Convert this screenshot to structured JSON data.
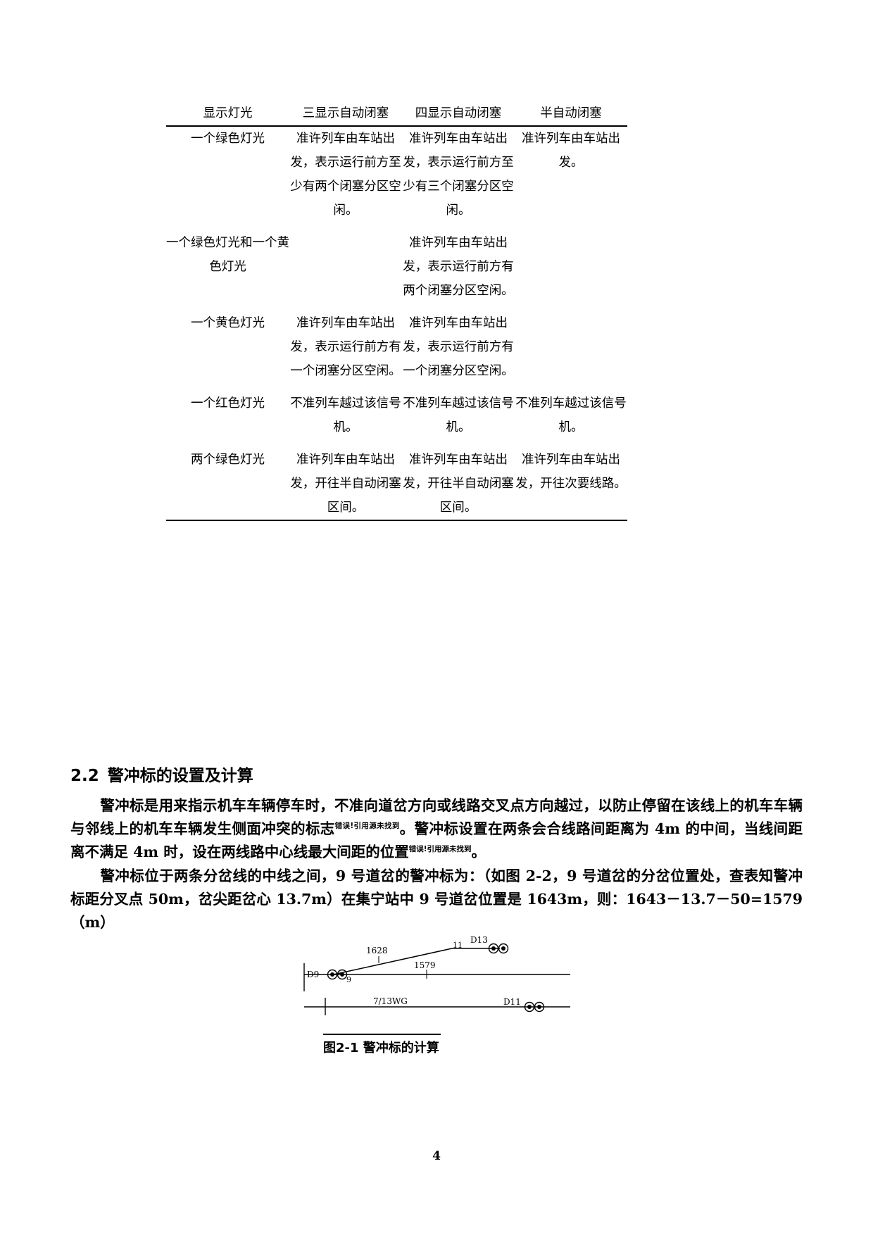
{
  "document": {
    "page_number": "4"
  },
  "table": {
    "headers": [
      "显示灯光",
      "三显示自动闭塞",
      "四显示自动闭塞",
      "半自动闭塞"
    ],
    "rows": [
      {
        "light": "一个绿色灯光",
        "three_aspect": "准许列车由车站出发，表示运行前方至少有两个闭塞分区空闲。",
        "four_aspect": "准许列车由车站出发，表示运行前方至少有三个闭塞分区空闲。",
        "semi_auto": "准许列车由车站出发。"
      },
      {
        "light": "一个绿色灯光和一个黄色灯光",
        "three_aspect": "",
        "four_aspect": "准许列车由车站出发，表示运行前方有两个闭塞分区空闲。",
        "semi_auto": ""
      },
      {
        "light": "一个黄色灯光",
        "three_aspect": "准许列车由车站出发，表示运行前方有一个闭塞分区空闲。",
        "four_aspect": "准许列车由车站出发，表示运行前方有一个闭塞分区空闲。",
        "semi_auto": ""
      },
      {
        "light": "一个红色灯光",
        "three_aspect": "不准列车越过该信号机。",
        "four_aspect": "不准列车越过该信号机。",
        "semi_auto": "不准列车越过该信号机。"
      },
      {
        "light": "两个绿色灯光",
        "three_aspect": "准许列车由车站出发，开往半自动闭塞区间。",
        "four_aspect": "准许列车由车站出发，开往半自动闭塞区间。",
        "semi_auto": "准许列车由车站出发，开往次要线路。"
      }
    ]
  },
  "section": {
    "number": "2.2",
    "title": "警冲标的设置及计算"
  },
  "paragraphs": {
    "p1_part1": "警冲标是用来指示机车车辆停车时，不准向道岔方向或线路交叉点方向越过，以防止停留在该线上的机车车辆与邻线上的机车车辆发生侧面冲突的标志",
    "p1_ref1": "错误!引用源未找到",
    "p1_part2": "。警冲标设置在两条会合线路间距离为 4m 的中间，当线间距离不满足 4m 时，设在两线路中心线最大间距的位置",
    "p1_ref2": "错误!引用源未找到",
    "p1_part3": "。",
    "p2": "警冲标位于两条分岔线的中线之间，9 号道岔的警冲标为：（如图 2-2，9 号道岔的分岔位置处，查表知警冲标距分叉点 50m，岔尖距岔心 13.7m）在集宁站中 9 号道岔位置是 1643m，则：1643－13.7－50=1579（m）"
  },
  "figure": {
    "caption": "图2-1 警冲标的计算",
    "labels": {
      "d13": "D13",
      "d9": "D9",
      "d11": "D11",
      "num_11": "11",
      "num_9": "9",
      "dist_1628": "1628",
      "dist_1579": "1579",
      "track_7_13wg": "7/13WG"
    }
  }
}
